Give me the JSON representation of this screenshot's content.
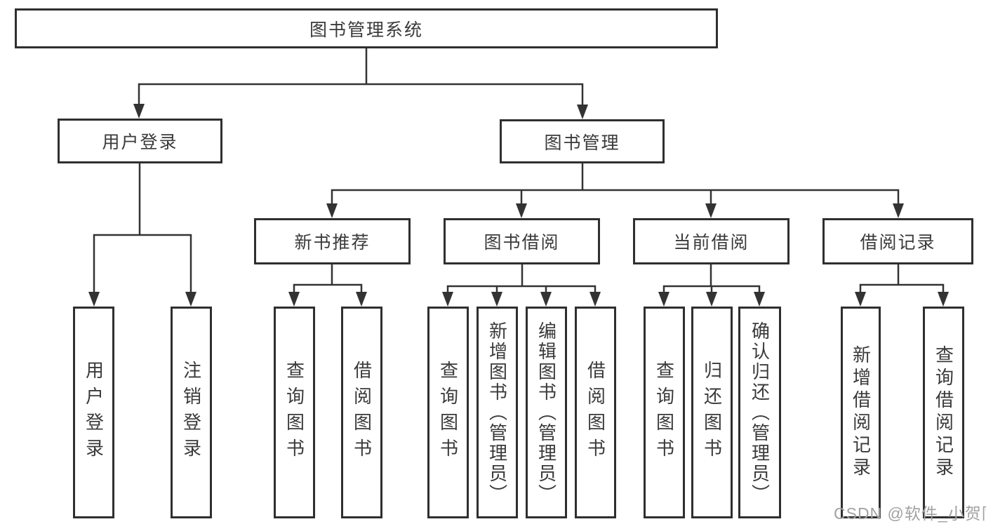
{
  "tree": {
    "root": {
      "label": "图书管理系统"
    },
    "groups": [
      {
        "label": "用户登录",
        "leaves": [
          "用户登录",
          "注销登录"
        ]
      },
      {
        "label": "图书管理",
        "sections": [
          {
            "label": "新书推荐",
            "leaves": [
              "查询图书",
              "借阅图书"
            ]
          },
          {
            "label": "图书借阅",
            "leaves": [
              "查询图书",
              "新增图书（管理员）",
              "编辑图书（管理员）",
              "借阅图书"
            ]
          },
          {
            "label": "当前借阅",
            "leaves": [
              "查询图书",
              "归还图书",
              "确认归还（管理员）"
            ]
          },
          {
            "label": "借阅记录",
            "leaves": [
              "新增借阅记录",
              "查询借阅记录"
            ]
          }
        ]
      }
    ]
  },
  "watermark": {
    "text": "CSDN @软件_小贺同学"
  },
  "colors": {
    "line": "#333333",
    "box_border": "#2f2f2f",
    "text": "#3a3a3a",
    "watermark": "#a5a0a0",
    "background": "#ffffff"
  }
}
